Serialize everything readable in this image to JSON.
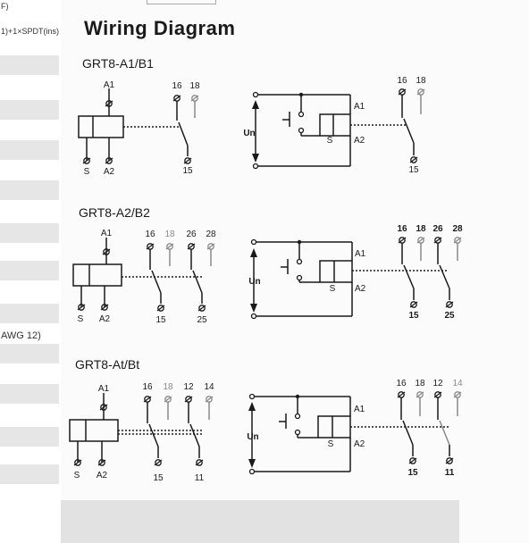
{
  "page": {
    "left_fragments": [
      "F)",
      "1)+1×SPDT(ins)",
      "AWG 12)"
    ],
    "title": "Wiring Diagram"
  },
  "sections": [
    {
      "label": "GRT8-A1/B1",
      "coil": {
        "top": "A1",
        "bottom_left": "S",
        "bottom_right": "A2"
      },
      "contacts": [
        {
          "nc": "16",
          "no": "18",
          "com": "15"
        }
      ],
      "circuit": {
        "supply": "Un",
        "coil_top": "A1",
        "coil_bottom": "A2",
        "switch": "S"
      }
    },
    {
      "label": "GRT8-A2/B2",
      "coil": {
        "top": "A1",
        "bottom_left": "S",
        "bottom_right": "A2"
      },
      "contacts": [
        {
          "nc": "16",
          "no": "18",
          "com": "15"
        },
        {
          "nc": "26",
          "no": "28",
          "com": "25"
        }
      ],
      "circuit": {
        "supply": "Un",
        "coil_top": "A1",
        "coil_bottom": "A2",
        "switch": "S"
      }
    },
    {
      "label": "GRT8-At/Bt",
      "coil": {
        "top": "A1",
        "bottom_left": "S",
        "bottom_right": "A2"
      },
      "contacts": [
        {
          "nc": "16",
          "no": "18",
          "com": "15"
        },
        {
          "nc": "12",
          "no": "14",
          "com": "11"
        }
      ],
      "circuit": {
        "supply": "Un",
        "coil_top": "A1",
        "coil_bottom": "A2",
        "switch": "S"
      }
    }
  ]
}
